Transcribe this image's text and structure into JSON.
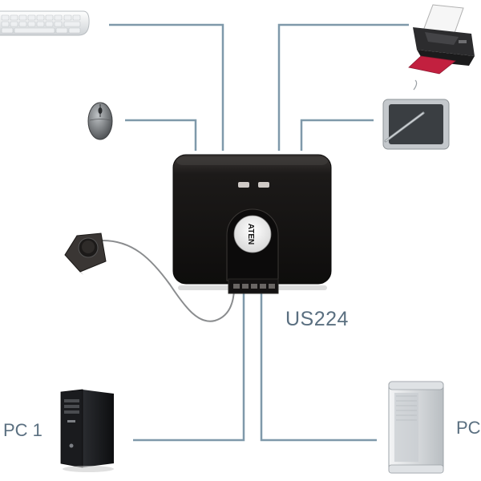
{
  "device": {
    "model": "US224",
    "brand": "ATEN"
  },
  "computers": {
    "pc1_label": "PC 1",
    "pc2_label": "PC"
  },
  "peripherals": [
    "keyboard",
    "mouse",
    "printer",
    "drawing-tablet",
    "remote-port-selector"
  ],
  "colors": {
    "cable": "#7f99aa",
    "device_body": "#1c1a19",
    "label_text": "#5a6f80"
  }
}
